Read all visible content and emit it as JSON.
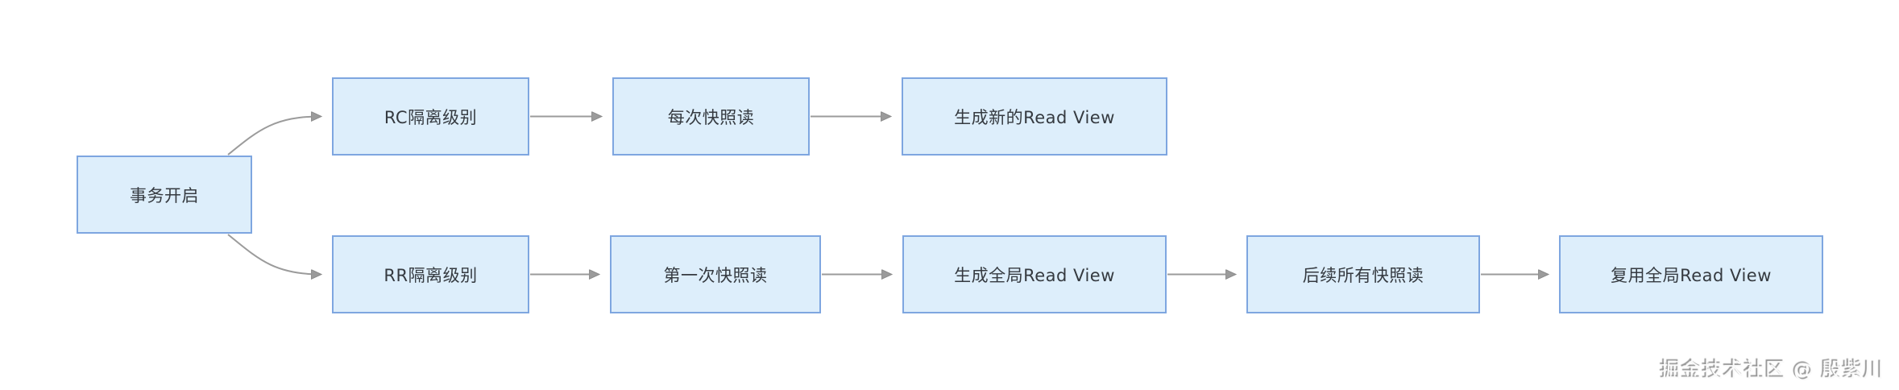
{
  "diagram": {
    "type": "flowchart",
    "background": "#ffffff",
    "colors": {
      "node_fill": "#ddeefb",
      "node_border": "#7ea6e0",
      "node_text": "#353a40",
      "connector": "#9b9b9b",
      "watermark_text": "#fbfbfb",
      "watermark_shadow": "#909090"
    },
    "nodes": {
      "start": {
        "label": "事务开启"
      },
      "rc_level": {
        "label": "RC隔离级别"
      },
      "rc_every_snapshot_read": {
        "label": "每次快照读"
      },
      "rc_new_read_view": {
        "label": "生成新的Read View"
      },
      "rr_level": {
        "label": "RR隔离级别"
      },
      "rr_first_snapshot_read": {
        "label": "第一次快照读"
      },
      "rr_global_read_view": {
        "label": "生成全局Read View"
      },
      "rr_subsequent_snapshot_reads": {
        "label": "后续所有快照读"
      },
      "rr_reuse_global_read_view": {
        "label": "复用全局Read View"
      }
    },
    "edges": [
      {
        "from": "start",
        "to": "rc_level"
      },
      {
        "from": "rc_level",
        "to": "rc_every_snapshot_read"
      },
      {
        "from": "rc_every_snapshot_read",
        "to": "rc_new_read_view"
      },
      {
        "from": "start",
        "to": "rr_level"
      },
      {
        "from": "rr_level",
        "to": "rr_first_snapshot_read"
      },
      {
        "from": "rr_first_snapshot_read",
        "to": "rr_global_read_view"
      },
      {
        "from": "rr_global_read_view",
        "to": "rr_subsequent_snapshot_reads"
      },
      {
        "from": "rr_subsequent_snapshot_reads",
        "to": "rr_reuse_global_read_view"
      }
    ],
    "watermark": "掘金技术社区 @ 殷紫川"
  }
}
